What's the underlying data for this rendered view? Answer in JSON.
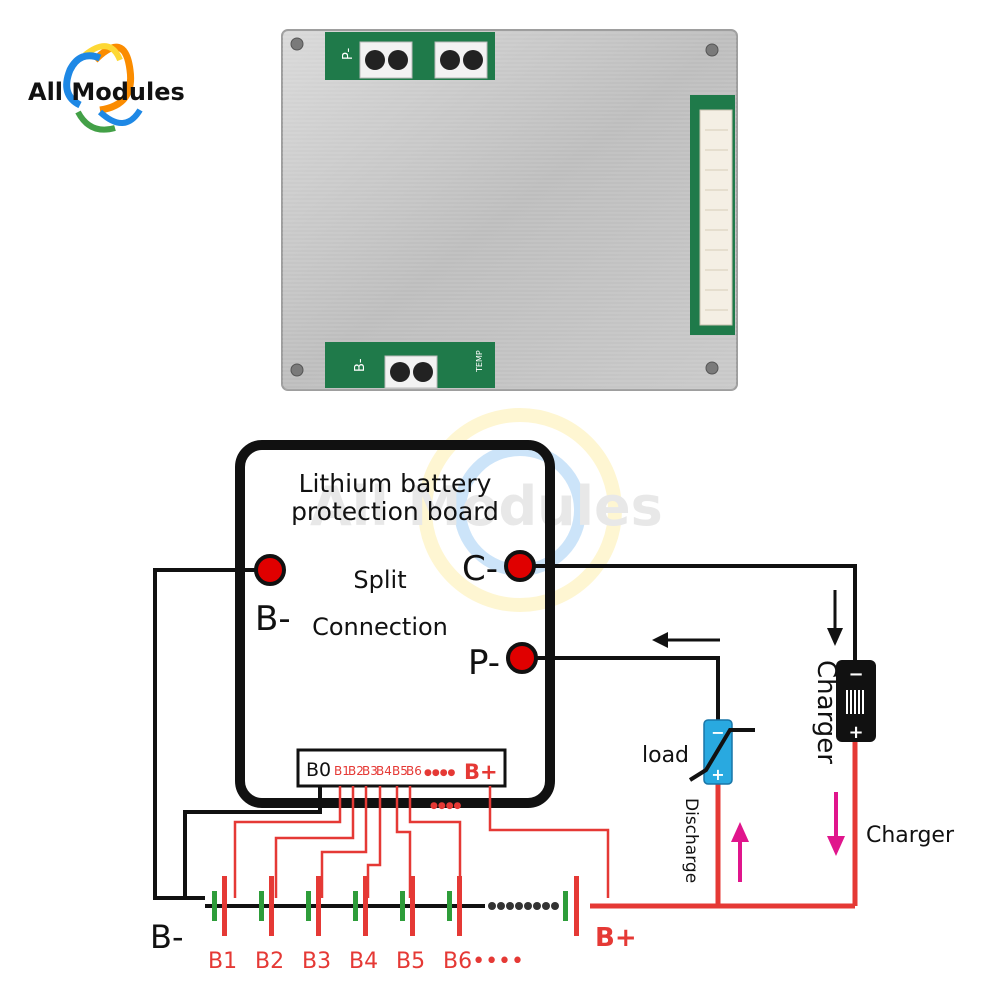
{
  "logo": {
    "text": "All Modules",
    "watermark": "All Modules",
    "colors": {
      "blue": "#1e88e5",
      "green": "#43a047",
      "orange": "#fb8c00",
      "yellow": "#fdd835"
    }
  },
  "board_photo": {
    "pad_labels": {
      "p_minus": "P-",
      "b_minus": "B-",
      "temp": "TEMP"
    }
  },
  "diagram": {
    "title_line1": "Lithium battery",
    "title_line2": "protection board",
    "mode_line1": "Split",
    "mode_line2": "Connection",
    "terminals": {
      "b_minus": "B-",
      "c_minus": "C-",
      "p_minus": "P-"
    },
    "header": {
      "b0": "B0",
      "pins": [
        "B1",
        "B2",
        "B3",
        "B4",
        "B5",
        "B6"
      ],
      "dots": "●●●●",
      "b_plus": "B+"
    },
    "load_label": "load",
    "discharge_label": "Discharge",
    "charger_label": "Charger",
    "charger_label_side": "Charger",
    "charger_minus": "−",
    "charger_plus": "+",
    "load_minus": "−",
    "load_plus": "+",
    "pack_b_minus": "B-",
    "pack_b_plus": "B+",
    "cells": [
      "B1",
      "B2",
      "B3",
      "B4",
      "B5",
      "B6••••"
    ],
    "colors": {
      "wire_black": "#111111",
      "wire_red": "#e53935",
      "terminal_red": "#e00000",
      "cell_green": "#2e9d3a",
      "arrow_magenta": "#e0158c",
      "load_blue": "#29a9e0"
    }
  }
}
